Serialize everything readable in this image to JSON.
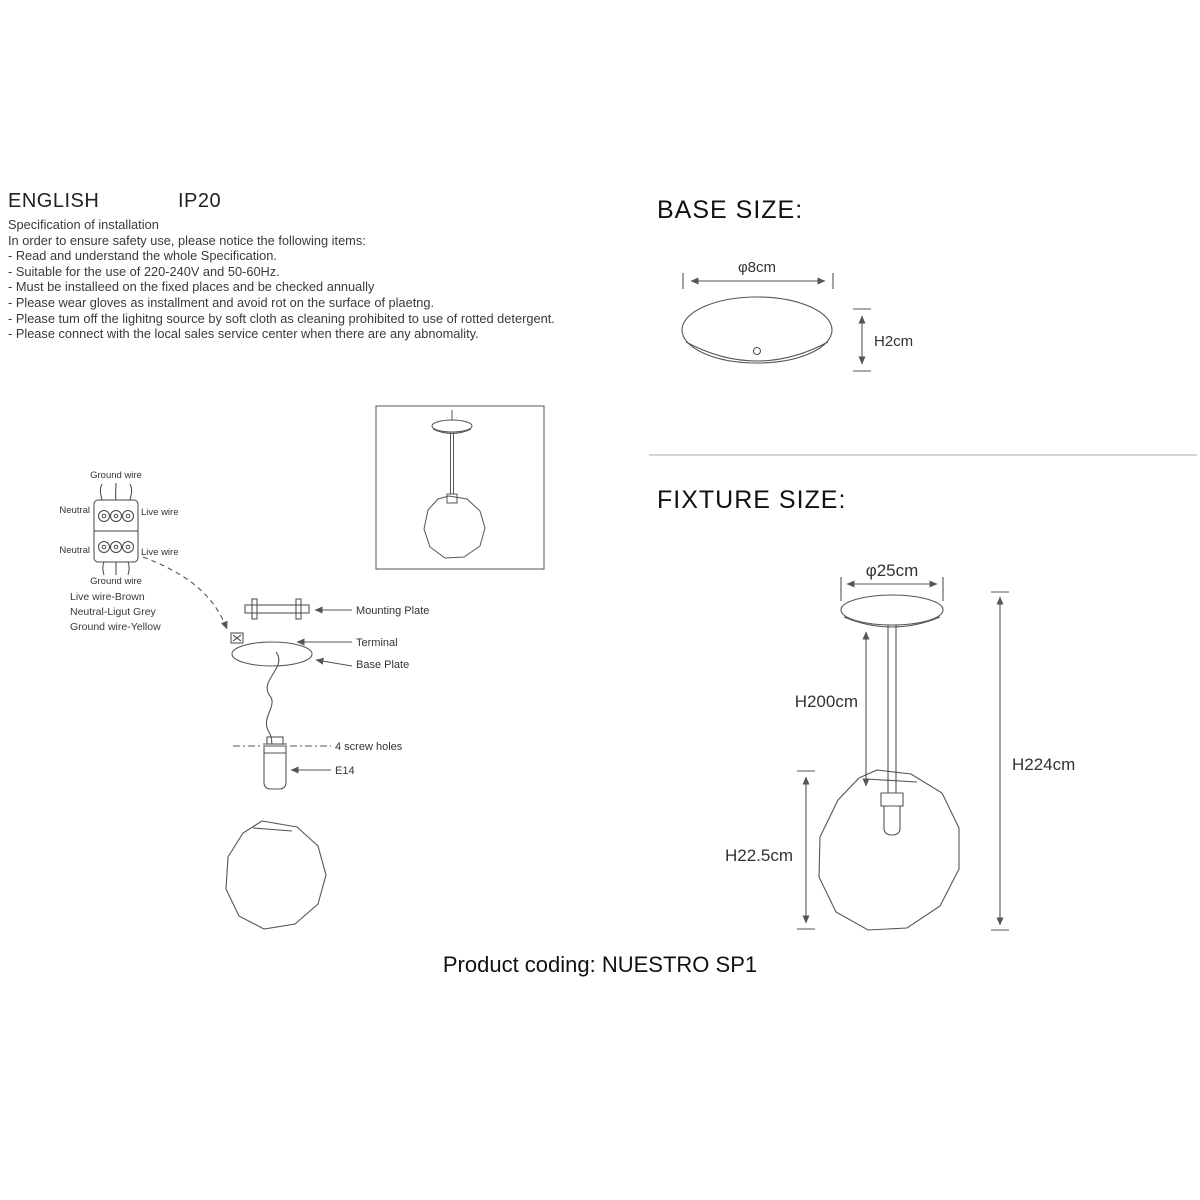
{
  "header": {
    "language": "ENGLISH",
    "ip_rating": "IP20"
  },
  "spec": {
    "title": "Specification of installation",
    "intro": "In order to ensure safety use, please notice the following items:",
    "items": [
      "- Read and understand the whole Specification.",
      "- Suitable for the use of 220-240V and 50-60Hz.",
      "- Must be installeed on the fixed places and be checked annually",
      "- Please wear gloves as installment and avoid rot on the surface of plaetng.",
      "- Please tum off the lighitng source by soft cloth as cleaning prohibited to use of rotted detergent.",
      "- Please connect with the local sales service center when there are any abnomality."
    ]
  },
  "wiring_diagram": {
    "ground_wire_top": "Ground wire",
    "neutral_row1": "Neutral",
    "live_row1": "Live wire",
    "neutral_row2": "Neutral",
    "live_row2": "Live wire",
    "ground_wire_bottom": "Ground wire",
    "legend": [
      "Live wire-Brown",
      "Neutral-Ligut Grey",
      "Ground wire-Yellow"
    ]
  },
  "assembly_diagram": {
    "mounting_plate": "Mounting Plate",
    "terminal": "Terminal",
    "base_plate": "Base Plate",
    "screw_holes": "4 screw holes",
    "socket": "E14"
  },
  "base_size": {
    "title": "BASE SIZE:",
    "diameter": "φ8cm",
    "height": "H2cm"
  },
  "fixture_size": {
    "title": "FIXTURE SIZE:",
    "diameter": "φ25cm",
    "rod_height": "H200cm",
    "total_height": "H224cm",
    "shade_height": "H22.5cm"
  },
  "footer": {
    "product_coding": "Product coding: NUESTRO SP1"
  }
}
